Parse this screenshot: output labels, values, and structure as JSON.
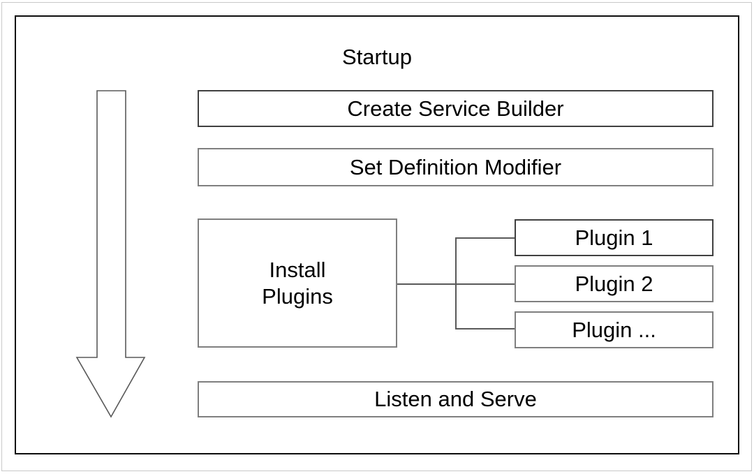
{
  "diagram": {
    "title": "Startup",
    "frame_color": "#0d0d0d",
    "box_border_color": "#7f7f7f",
    "line_color": "#595959",
    "background": "#ffffff",
    "steps": [
      {
        "id": "create-service-builder",
        "label": "Create Service Builder"
      },
      {
        "id": "set-definition-modifier",
        "label": "Set Definition Modifier"
      },
      {
        "id": "install-plugins",
        "label": "Install\nPlugins"
      },
      {
        "id": "listen-and-serve",
        "label": "Listen and Serve"
      }
    ],
    "plugins": [
      {
        "id": "plugin-1",
        "label": "Plugin 1"
      },
      {
        "id": "plugin-2",
        "label": "Plugin 2"
      },
      {
        "id": "plugin-3",
        "label": "Plugin ..."
      }
    ],
    "flow_arrow": {
      "name": "downward-flow-arrow",
      "direction": "down"
    }
  }
}
